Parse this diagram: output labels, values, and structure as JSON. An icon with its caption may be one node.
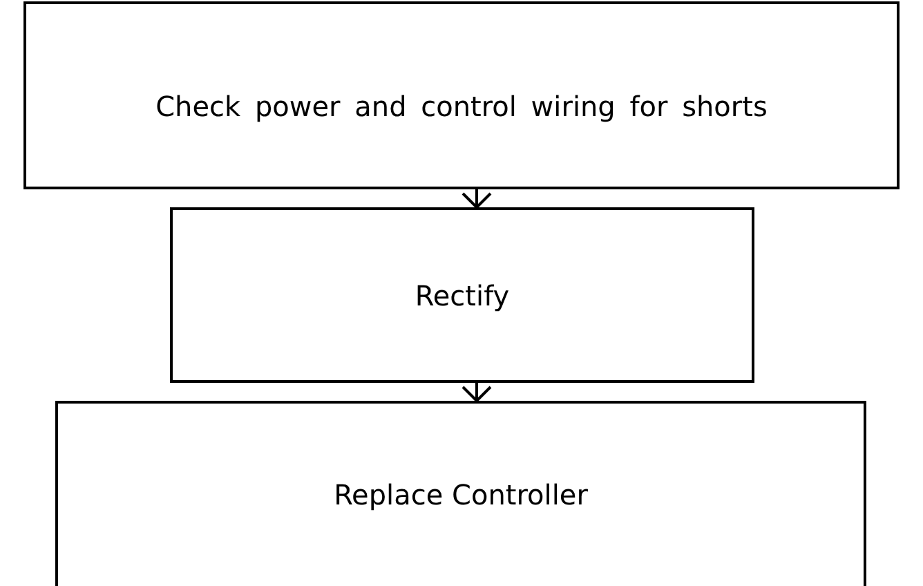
{
  "diagram": {
    "nodes": [
      {
        "text": [
          "Check power and control wiring for shorts"
        ]
      },
      {
        "text": [
          "Rectify"
        ]
      },
      {
        "text": [
          "Replace Controller"
        ]
      }
    ],
    "edges": [
      {
        "from": 0,
        "to": 1,
        "arrow": "to"
      },
      {
        "from": 1,
        "to": 2,
        "arrow": "to"
      }
    ]
  }
}
